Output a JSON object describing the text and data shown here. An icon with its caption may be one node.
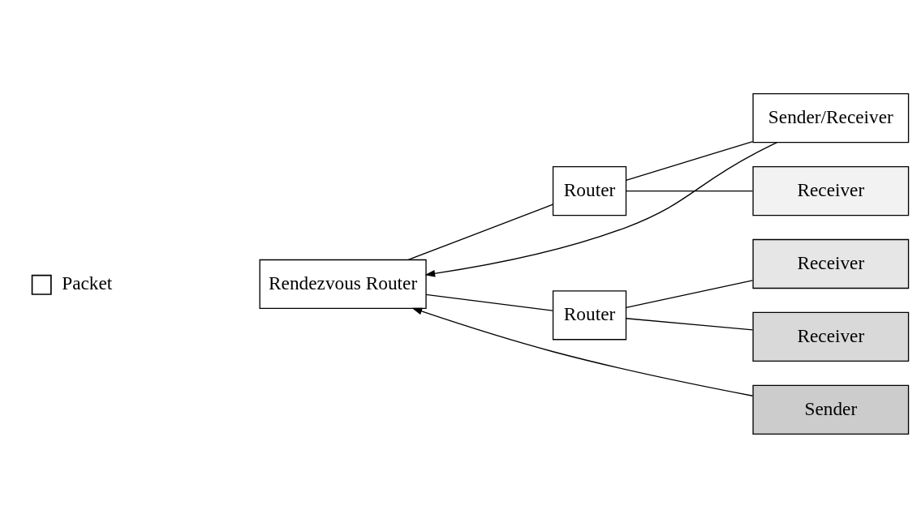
{
  "diagram": {
    "nodes": [
      {
        "text": [
          "Rendezvous Router"
        ]
      },
      {
        "text": [
          "Router"
        ]
      },
      {
        "text": [
          "Router"
        ]
      },
      {
        "text": [
          "Sender/Receiver"
        ]
      },
      {
        "text": [
          "Receiver"
        ]
      },
      {
        "text": [
          "Receiver"
        ]
      },
      {
        "text": [
          "Receiver"
        ]
      },
      {
        "text": [
          "Sender"
        ]
      }
    ],
    "edges": [
      {
        "from": 3,
        "to": 0,
        "arrow": "to"
      },
      {
        "from": 0,
        "to": 1,
        "arrow": "none"
      },
      {
        "from": 0,
        "to": 2,
        "arrow": "none"
      },
      {
        "from": 1,
        "to": 3,
        "arrow": "none"
      },
      {
        "from": 1,
        "to": 4,
        "arrow": "none"
      },
      {
        "from": 2,
        "to": 5,
        "arrow": "none"
      },
      {
        "from": 2,
        "to": 6,
        "arrow": "none"
      },
      {
        "from": 7,
        "to": 0,
        "arrow": "to"
      }
    ],
    "legend": [
      {
        "text": "Packet",
        "color": "#ffffff"
      }
    ]
  }
}
